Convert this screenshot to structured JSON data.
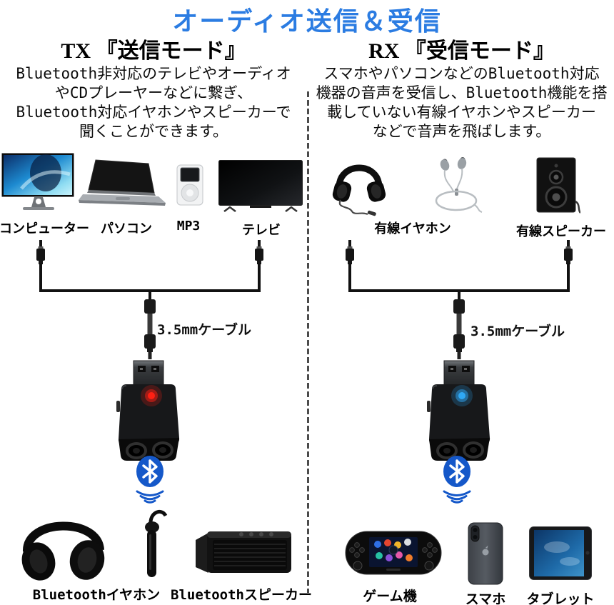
{
  "title": "オーディオ送信＆受信",
  "colors": {
    "title_blue": "#2b7ce2",
    "led_red": "#ff2013",
    "led_blue": "#2fa8f5",
    "bluetooth_blue": "#1558c9"
  },
  "tx": {
    "heading": "TX 『送信モード』",
    "description_lines": [
      "Bluetooth非対応のテレビやオーディオ",
      "やCDプレーヤーなどに繋ぎ、",
      "Bluetooth対応イヤホンやスピーカーで",
      "聞くことができます。"
    ],
    "top_device_labels": [
      "コンピューター",
      "パソコン",
      "MP3",
      "テレビ"
    ],
    "cable_label": "3.5mmケーブル",
    "bottom_device_labels": [
      "Bluetoothイヤホン",
      "Bluetoothスピーカー"
    ]
  },
  "rx": {
    "heading": "RX 『受信モード』",
    "description_lines": [
      "スマホやパソコンなどのBluetooth対応",
      "機器の音声を受信し、Bluetooth機能を搭",
      "載していない有線イヤホンやスピーカー",
      "などで音声を飛ばします。"
    ],
    "top_device_labels": [
      "有線イヤホン",
      "有線スピーカー"
    ],
    "cable_label": "3.5mmケーブル",
    "bottom_device_labels": [
      "ゲーム機",
      "スマホ",
      "タブレット"
    ]
  }
}
